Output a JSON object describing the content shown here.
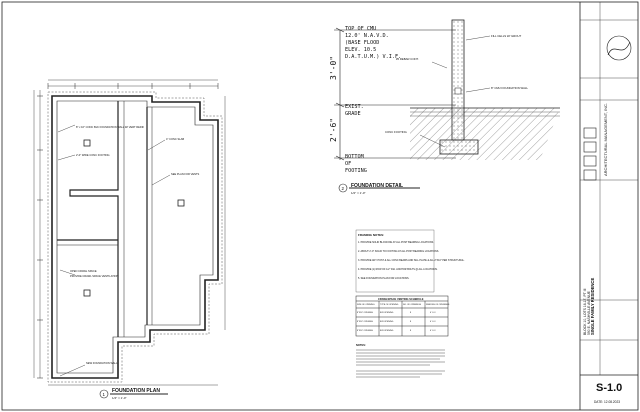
{
  "foundation_plan": {
    "title": "FOUNDATION PLAN",
    "scale": "1/4\" = 1'-0\"",
    "detail_number": "1",
    "notes": [
      "8\" x 16\" CONC BLK FOUNDATION WALL W/ VERT REINF",
      "2'-0\" WIDE CONC FOOTING",
      "4\" CONC SLAB",
      "SEE PLAN FOR VENTS",
      "OPEN CRAWL SPACE",
      "PROVIDE CRAWL SPACE VENTILATION",
      "NEW FOUNDATION WALL"
    ]
  },
  "foundation_detail": {
    "title": "FOUNDATION DETAIL",
    "scale": "1/2\" = 1'-0\"",
    "detail_number": "2",
    "labels": {
      "top_of_cmu": "TOP OF CMU",
      "navd": "12.0' N.A.V.D.",
      "base_flood": "(BASE FLOOD",
      "elev": "ELEV. 10.5",
      "datum": "D.A.T.U.M.) V.I.F.",
      "dim_upper": "3'-0\"",
      "dim_lower": "2'-6\"",
      "exist_grade_1": "EXIST.",
      "exist_grade_2": "GRADE",
      "bottom_1": "BOTTOM",
      "bottom_2": "OF",
      "bottom_3": "FOOTING",
      "note_cell_fill": "FILL CELLS W/ GROUT",
      "note_wall": "8\" CMU FOUNDATION WALL",
      "note_rebar": "#5 REBAR CONT.",
      "note_footing": "CONC FOOTING"
    }
  },
  "framing_notes": {
    "title": "FRAMING NOTES:",
    "items": [
      "1. PROVIDE SOLID BLOCKING AT ALL POST BEARING LOCATIONS.",
      "2. ABOUT 2'-0\" SOLID TO FOOTING AT ALL POST BEARING LOCATIONS.",
      "3. PROVIDE ANY POST & ALL CONC BEAMS AND SILL PLATE & ALL 2\"X10\" PER STRUCTURAL.",
      "4. PROVIDE (1) ROW OF 1/2\" DIA. ANCHOR BOLTS @ ALL LOCATIONS.",
      "5. SEE FOUNDATION PLAN FOR LOCATIONS."
    ]
  },
  "schedule": {
    "title": "CRAWLSPACE VENTING SCHEDULE",
    "headers": [
      "SIZE OF OPENING",
      "TYPE OF OPENING",
      "NO. OF OPENINGS",
      "SPACING OF OPENINGS"
    ],
    "rows": [
      [
        "8\"X16\" OPENING",
        "8X8 OPENING",
        "8",
        "6' O.C."
      ],
      [
        "8\"X16\" OPENING",
        "8X8 OPENING",
        "8",
        "6' O.C."
      ],
      [
        "8\"X16\" OPENING",
        "8X8 OPENING",
        "8",
        "6' O.C."
      ]
    ],
    "notes_title": "NOTES:"
  },
  "title_block": {
    "company": "ARCHITECTURAL MANAGEMENT, INC.",
    "project_1": "SINGLE FAMILY RESIDENCE",
    "project_2": "590 E. NASHVILLE AVENUE",
    "project_3": "BLOCK 10, LOTS 16-17, PT III",
    "sheet_number": "S-1.0",
    "date": "DATE: 12.08.2023"
  }
}
